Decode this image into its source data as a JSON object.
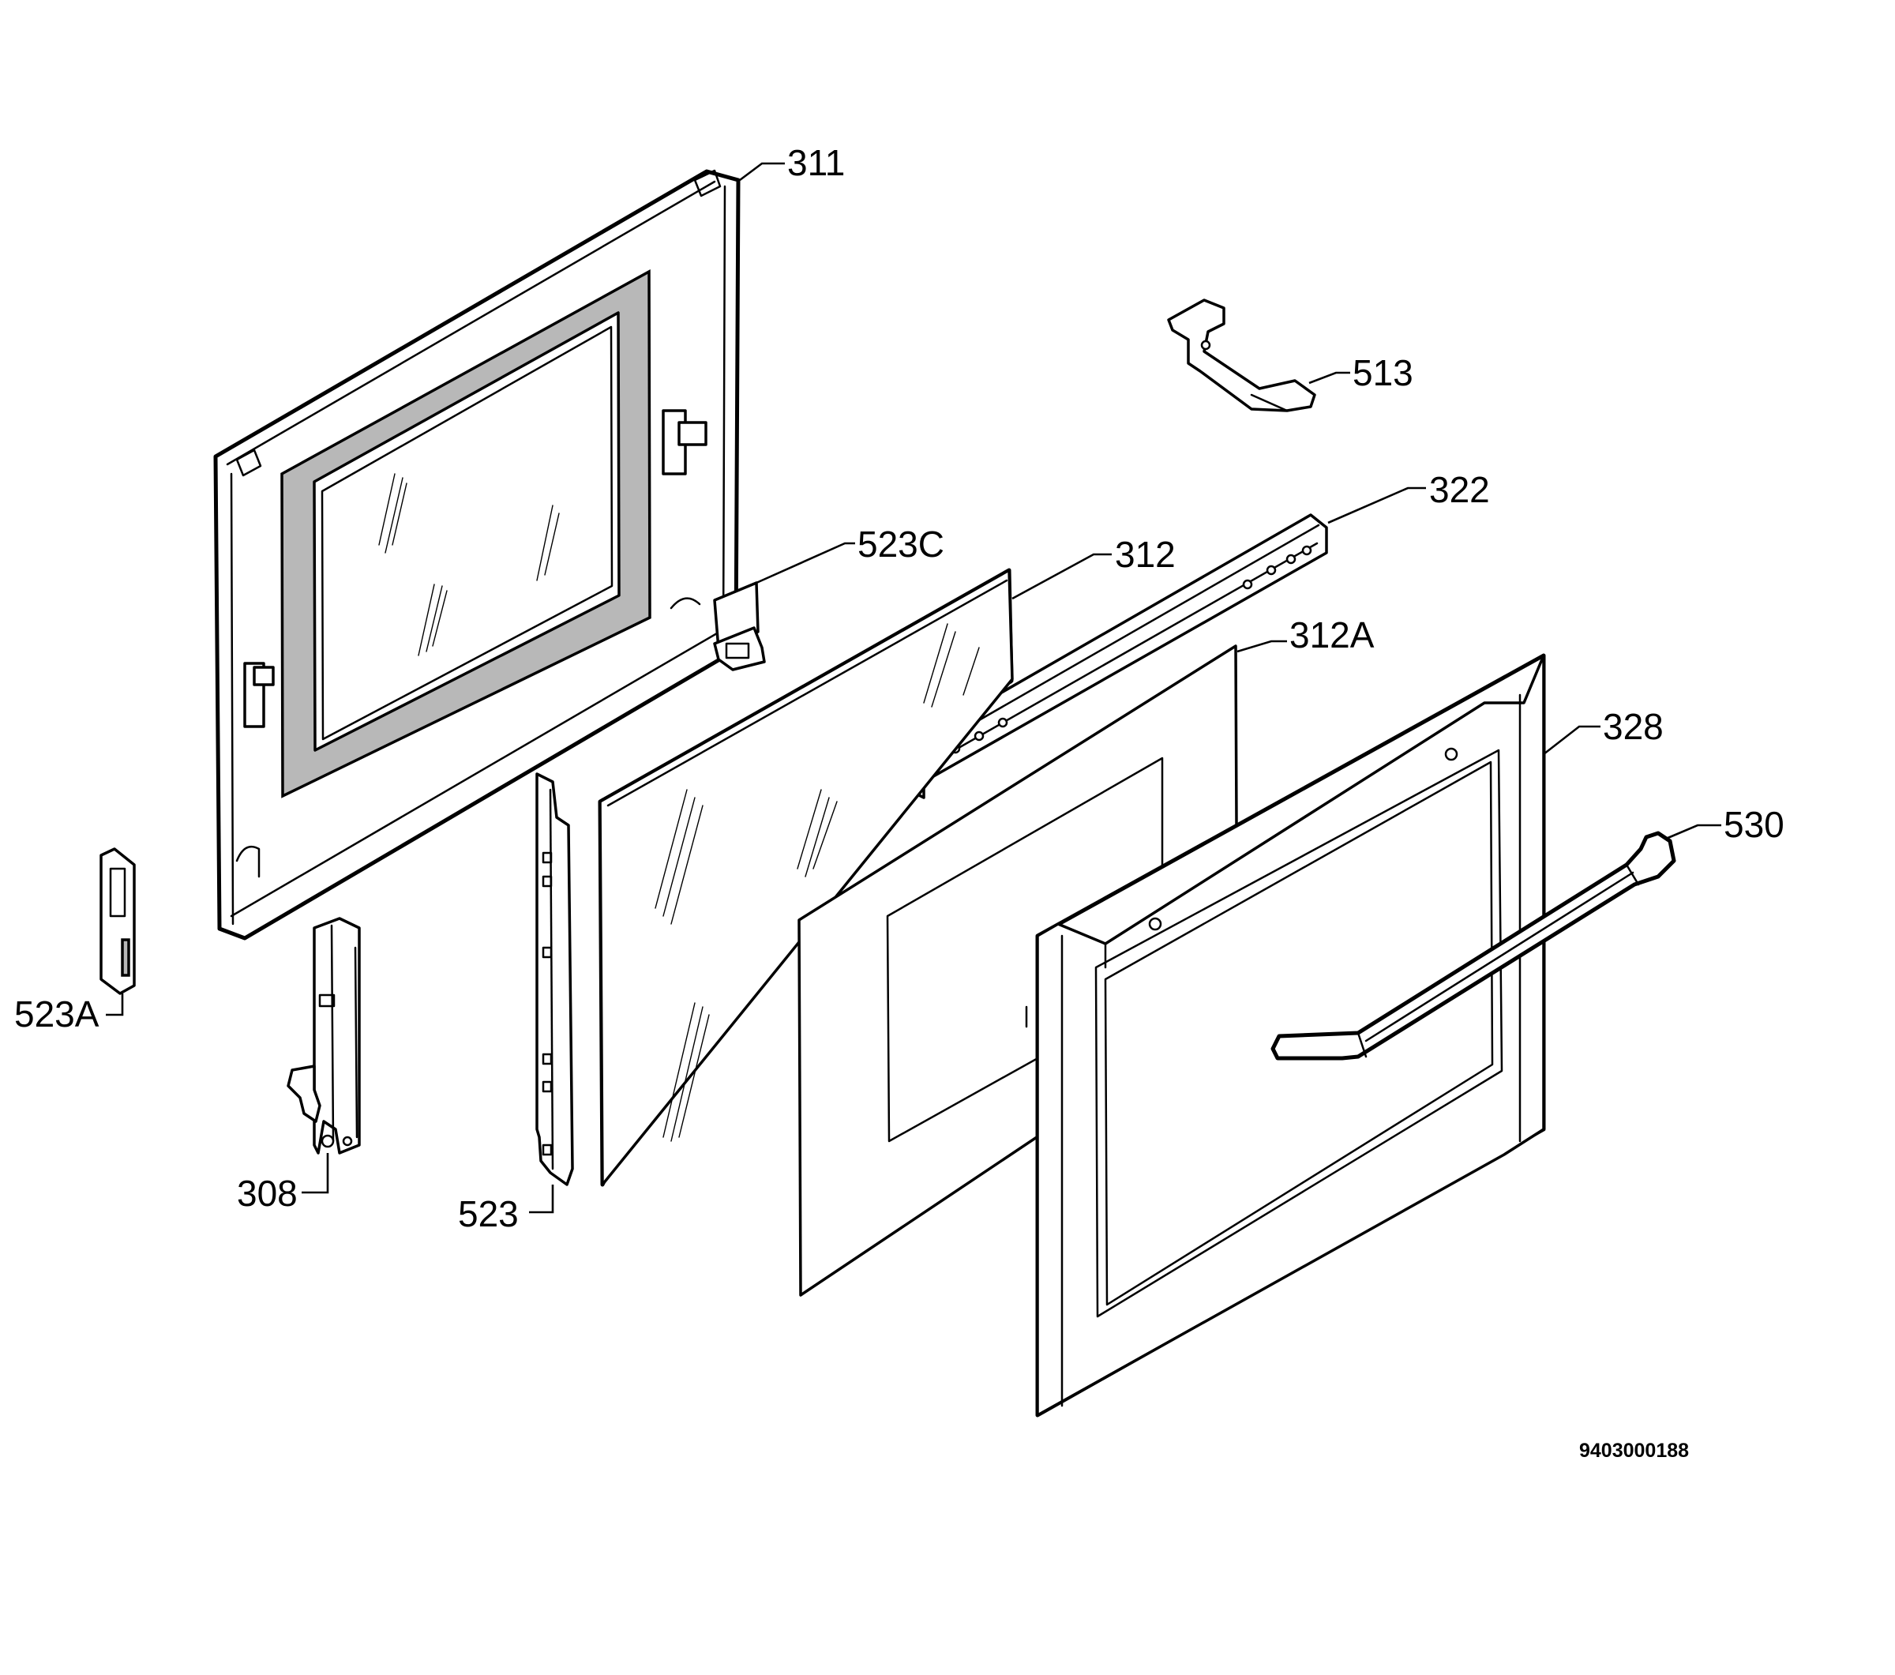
{
  "callouts": {
    "c311": "311",
    "c513": "513",
    "c322": "322",
    "c523c": "523C",
    "c312": "312",
    "c312a": "312A",
    "c328": "328",
    "c530": "530",
    "c523a": "523A",
    "c308": "308",
    "c523": "523"
  },
  "document_number": "9403000188"
}
